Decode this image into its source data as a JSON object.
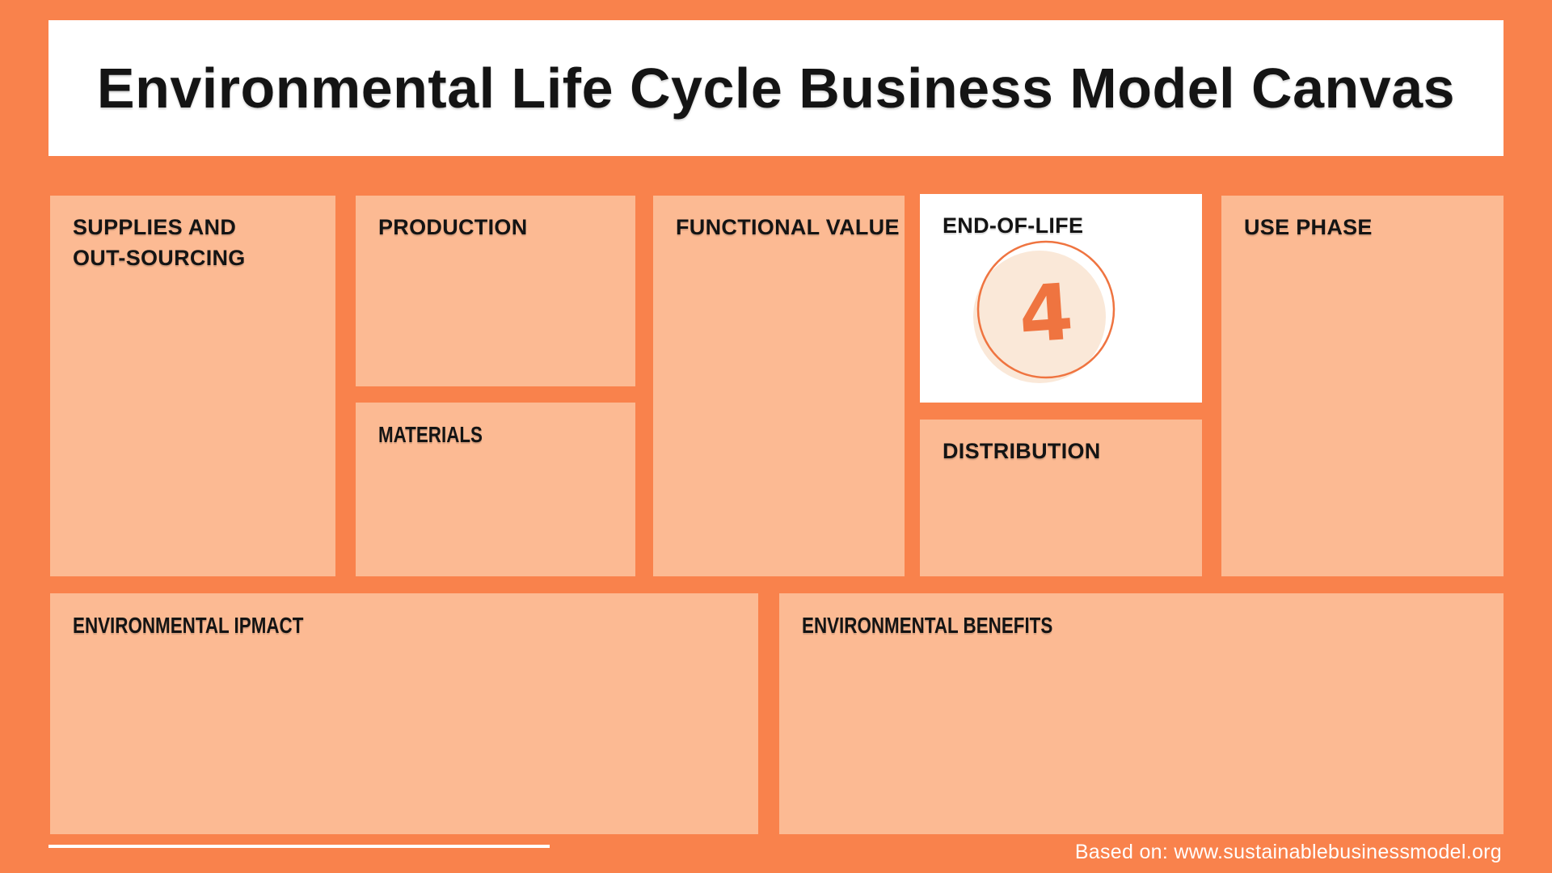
{
  "title": "Environmental Life Cycle Business Model Canvas",
  "boxes": {
    "supplies": "SUPPLIES AND OUT-SOURCING",
    "production": "PRODUCTION",
    "materials": "MATERIALS",
    "functional_value": "FUNCTIONAL VALUE",
    "end_of_life": "END-OF-LIFE",
    "distribution": "DISTRIBUTION",
    "use_phase": "USE PHASE",
    "environmental_impact": "ENVIRONMENTAL IPMACT",
    "environmental_benefits": "ENVIRONMENTAL BENEFITS"
  },
  "end_of_life_badge": {
    "number": "4"
  },
  "footer": {
    "attribution": "Based on: www.sustainablebusinessmodel.org"
  },
  "colors": {
    "background": "#F9824C",
    "box_fill": "#FCBA93",
    "highlight_panel": "#FFFFFF",
    "accent": "#EF7440",
    "badge_fill": "#FAE8D8",
    "label_text": "#141414",
    "footer_text": "#FFFFFF"
  }
}
